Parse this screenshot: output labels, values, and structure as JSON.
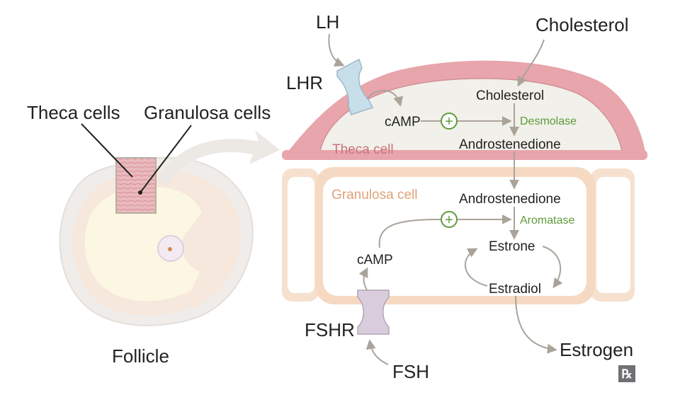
{
  "labels": {
    "theca_cells": "Theca cells",
    "granulosa_cells": "Granulosa cells",
    "follicle": "Follicle",
    "lh": "LH",
    "lhr": "LHR",
    "cholesterol_outside": "Cholesterol",
    "cholesterol_inside": "Cholesterol",
    "camp_theca": "cAMP",
    "desmolase": "Desmolase",
    "androstenedione_theca": "Androstenedione",
    "theca_cell": "Theca cell",
    "granulosa_cell": "Granulosa cell",
    "androstenedione_granulosa": "Androstenedione",
    "aromatase": "Aromatase",
    "estrone": "Estrone",
    "camp_granulosa": "cAMP",
    "estradiol": "Estradiol",
    "fshr": "FSHR",
    "fsh": "FSH",
    "estrogen": "Estrogen",
    "plus_1": "+",
    "plus_2": "+",
    "logo": "℞"
  },
  "colors": {
    "theca_membrane": "#e8a5ab",
    "theca_inner": "#f1f0ea",
    "granulosa_membrane": "#f6d9c2",
    "granulosa_inner": "#ffffff",
    "lhr_receptor": "#c7deeb",
    "fshr_receptor": "#d9cddd",
    "enzyme_green": "#5f9a3a",
    "arrow_gray": "#aaa39a",
    "follicle_outer": "#efece9",
    "follicle_antrum": "#fcf7e2"
  }
}
